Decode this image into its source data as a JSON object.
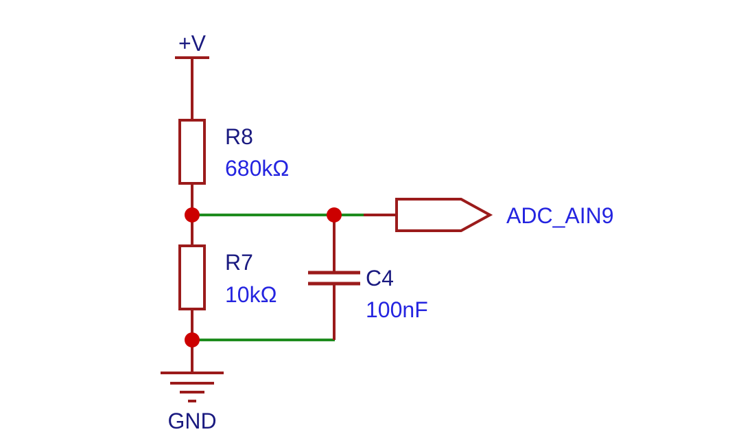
{
  "colors": {
    "component": "#9b1b1b",
    "wire": "#1e8c1e",
    "junction": "#cc0000",
    "reference": "#1a1a80",
    "value": "#2424e0",
    "background": "#ffffff"
  },
  "power": {
    "label": "+V"
  },
  "ground": {
    "label": "GND"
  },
  "net_label": {
    "text": "ADC_AIN9"
  },
  "components": {
    "r8": {
      "ref": "R8",
      "value": "680kΩ"
    },
    "r7": {
      "ref": "R7",
      "value": "10kΩ"
    },
    "c4": {
      "ref": "C4",
      "value": "100nF"
    }
  }
}
